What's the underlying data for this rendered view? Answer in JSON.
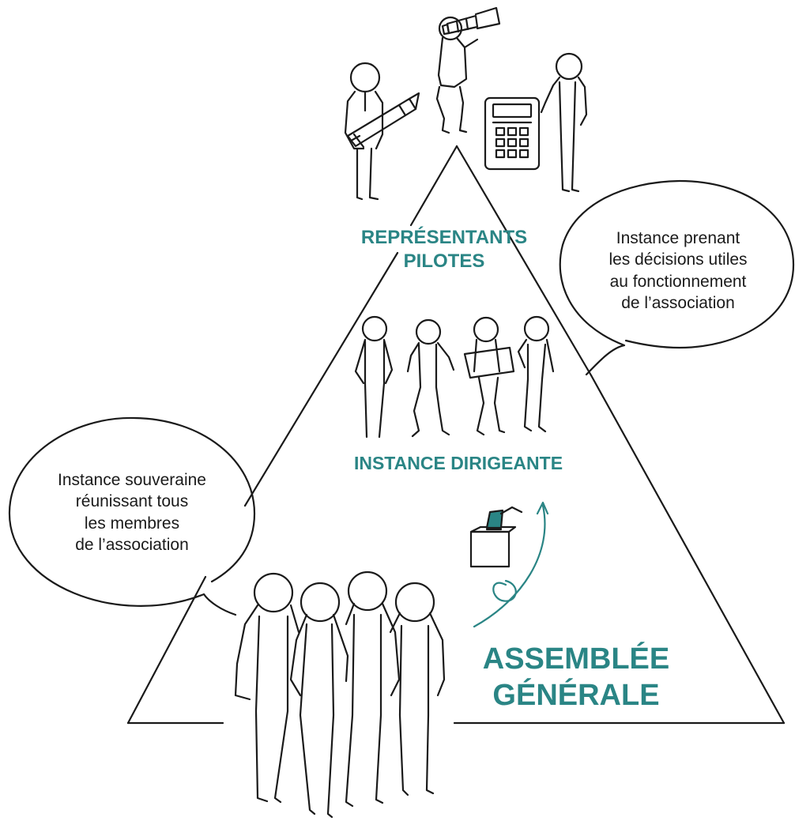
{
  "colors": {
    "accent": "#2a8585",
    "ink": "#1a1a1a",
    "background": "#ffffff"
  },
  "levels": {
    "top": {
      "line1": "REPRÉSENTANTS",
      "line2": "PILOTES"
    },
    "middle": {
      "label": "INSTANCE DIRIGEANTE"
    },
    "bottom": {
      "line1": "ASSEMBLÉE",
      "line2": "GÉNÉRALE"
    }
  },
  "bubbles": {
    "right": {
      "lines": [
        "Instance prenant",
        "les décisions utiles",
        "au fonctionnement",
        "de l’association"
      ]
    },
    "left": {
      "lines": [
        "Instance souveraine",
        "réunissant tous",
        "les membres",
        "de l’association"
      ]
    }
  },
  "icons": {
    "telescope": "telescope-icon",
    "pencil": "pencil-icon",
    "calculator": "calculator-icon",
    "ballot_box": "ballot-box-icon",
    "upward_arrow": "upward-arrow-icon"
  }
}
